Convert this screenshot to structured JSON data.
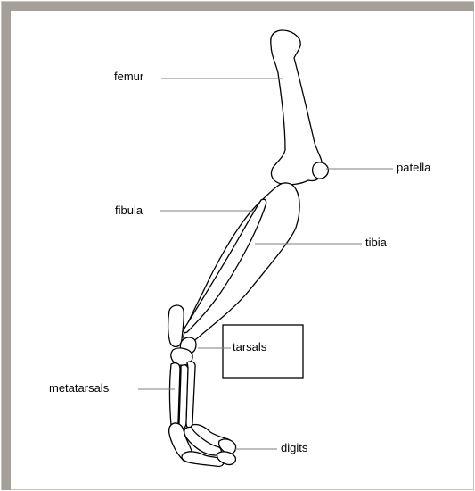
{
  "diagram": {
    "labels": {
      "femur": "femur",
      "patella": "patella",
      "fibula": "fibula",
      "tibia": "tibia",
      "tarsals": "tarsals",
      "metatarsals": "metatarsals",
      "digits": "digits"
    },
    "colors": {
      "frame_border": "#a4a099",
      "bone_stroke": "#000000",
      "leader_line": "#7f7f7f"
    }
  }
}
